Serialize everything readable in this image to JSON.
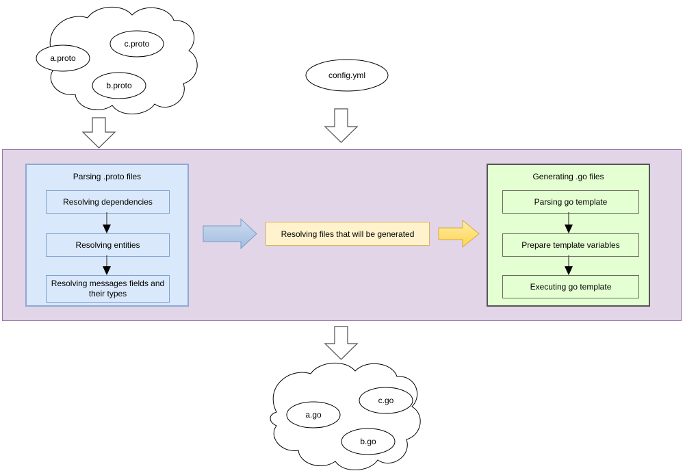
{
  "diagram": {
    "title": "proto to go generation pipeline",
    "colors": {
      "band_fill": "#e1d5e7",
      "band_stroke": "#9673a6",
      "blue_fill": "#dae8fc",
      "blue_stroke": "#8ea9d2",
      "green_fill": "#e4ffd2",
      "green_stroke": "#555555",
      "orange_fill": "#fff2cc",
      "orange_stroke": "#d6b656",
      "cloud_fill": "#ffffff",
      "cloud_stroke": "#000000"
    }
  },
  "input_cloud": {
    "name": "proto-files-cloud",
    "files": [
      {
        "label": "a.proto"
      },
      {
        "label": "b.proto"
      },
      {
        "label": "c.proto"
      }
    ]
  },
  "config_node": {
    "label": "config.yml"
  },
  "parsing_group": {
    "title": "Parsing .proto files",
    "steps": [
      {
        "label": "Resolving dependencies"
      },
      {
        "label": "Resolving entities"
      },
      {
        "label": "Resolving messages fields and their types"
      }
    ]
  },
  "middle_stage": {
    "label": "Resolving files that will be generated"
  },
  "generating_group": {
    "title": "Generating .go files",
    "steps": [
      {
        "label": "Parsing go template"
      },
      {
        "label": "Prepare template variables"
      },
      {
        "label": "Executing go template"
      }
    ]
  },
  "output_cloud": {
    "name": "go-files-cloud",
    "files": [
      {
        "label": "a.go"
      },
      {
        "label": "b.go"
      },
      {
        "label": "c.go"
      }
    ]
  },
  "arrows": {
    "proto_to_band": {
      "icon": "down-block-arrow"
    },
    "config_to_band": {
      "icon": "down-block-arrow"
    },
    "band_to_output": {
      "icon": "down-block-arrow"
    },
    "parsing_to_middle": {
      "icon": "right-block-arrow",
      "color": "#a8c0e0"
    },
    "middle_to_generating": {
      "icon": "right-block-arrow",
      "color": "#ffd966"
    }
  }
}
